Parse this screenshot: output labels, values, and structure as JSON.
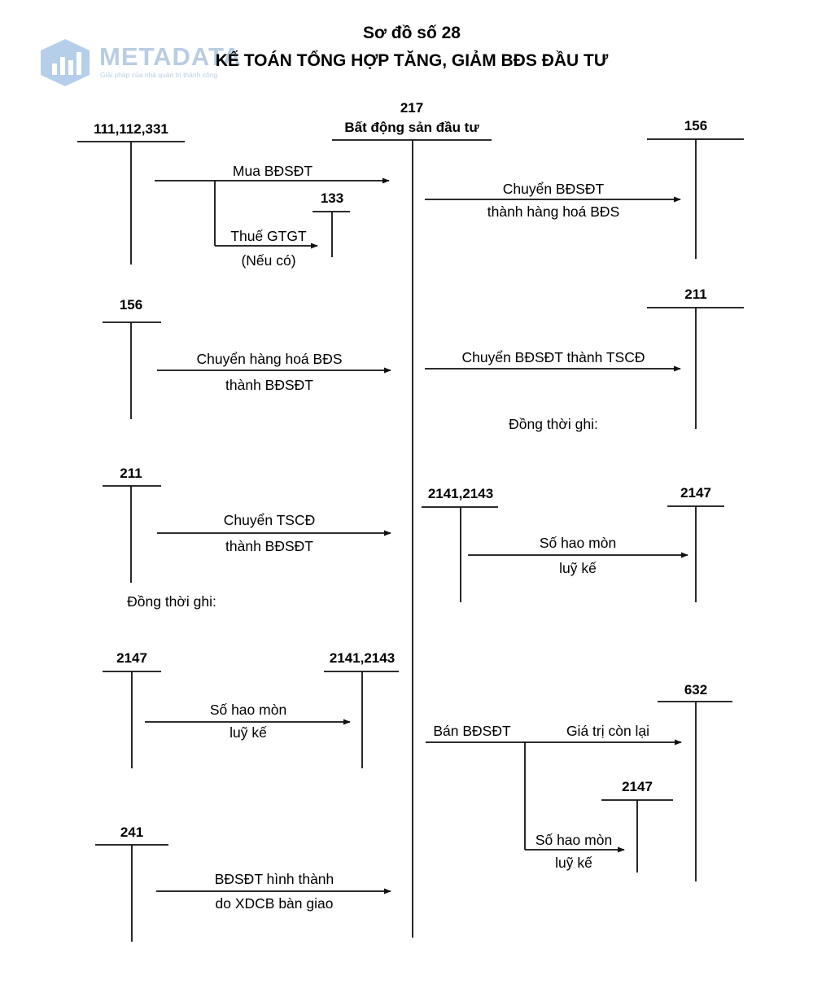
{
  "watermark": {
    "brand": "METADATA",
    "tagline": "Giải pháp của nhà quản trị thành công",
    "color": "#9fbfe0",
    "text_color": "#b9cde3"
  },
  "header": {
    "title": "Sơ đồ số 28",
    "subtitle": "KẾ TOÁN TỔNG HỢP TĂNG, GIẢM BĐS ĐẦU TƯ"
  },
  "center_account": {
    "code": "217",
    "name": "Bất động sản đầu tư"
  },
  "accounts": {
    "a111": "111,112,331",
    "a133": "133",
    "a156_right": "156",
    "a156_left": "156",
    "a211_right": "211",
    "a211_left": "211",
    "a2141_right": "2141,2143",
    "a2147_right": "2147",
    "a2147_left": "2147",
    "a2141_left": "2141,2143",
    "a632": "632",
    "a2147_bottom": "2147",
    "a241": "241"
  },
  "labels": {
    "mua": "Mua BĐSĐT",
    "thue": "Thuế GTGT",
    "neu_co": "(Nếu có)",
    "chuyen_bdsdt_1": "Chuyển BĐSĐT",
    "chuyen_bdsdt_2": "thành hàng hoá BĐS",
    "chuyen_hh_1": "Chuyển hàng hoá BĐS",
    "chuyen_hh_2": "thành BĐSĐT",
    "chuyen_tscd_right": "Chuyển BĐSĐT thành TSCĐ",
    "dong_thoi_right": "Đồng thời ghi:",
    "chuyen_tscd_left_1": "Chuyển TSCĐ",
    "chuyen_tscd_left_2": "thành BĐSĐT",
    "hao_mon_r1": "Số hao mòn",
    "hao_mon_r2": "luỹ kế",
    "dong_thoi_left": "Đồng thời ghi:",
    "hao_mon_l1": "Số hao mòn",
    "hao_mon_l2": "luỹ kế",
    "ban": "Bán BĐSĐT",
    "gia_tri": "Giá trị còn lại",
    "hao_mon_b1": "Số hao mòn",
    "hao_mon_b2": "luỹ kế",
    "xdcb_1": "BĐSĐT hình thành",
    "xdcb_2": "do XDCB bàn giao"
  }
}
